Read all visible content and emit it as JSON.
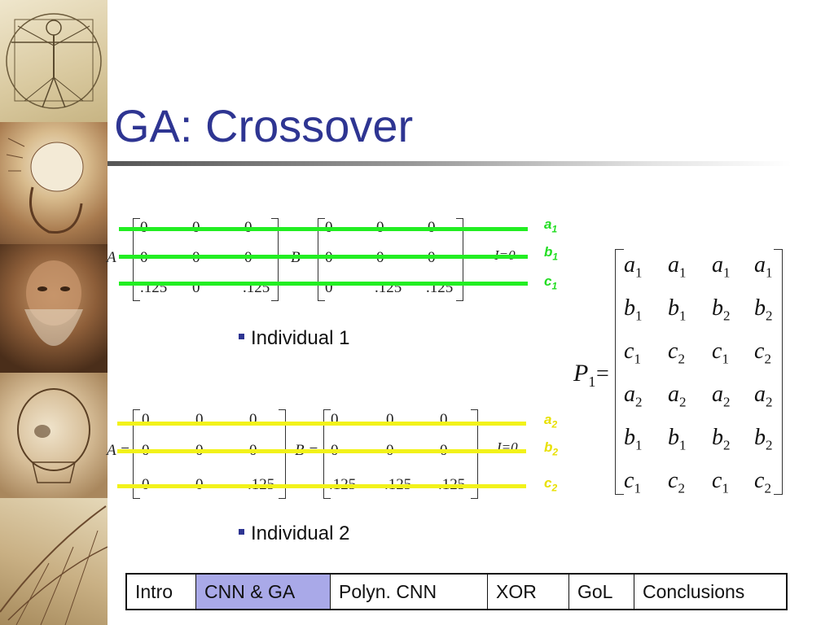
{
  "slide": {
    "title": "GA: Crossover"
  },
  "individual1": {
    "bullet": "Individual 1",
    "matrix_a_label": "A =",
    "matrix_b_label": "B =",
    "i_label": "I=0",
    "A": [
      [
        "0",
        "0",
        "0"
      ],
      [
        "0",
        "0",
        "0"
      ],
      [
        ".125",
        "0",
        ".125"
      ]
    ],
    "B": [
      [
        "0",
        "0",
        "0"
      ],
      [
        "0",
        "0",
        "0"
      ],
      [
        "0",
        ".125",
        ".125"
      ]
    ],
    "row_tags": [
      "a",
      "b",
      "c"
    ],
    "row_subscript": "1"
  },
  "individual2": {
    "bullet": "Individual 2",
    "matrix_a_label": "A =",
    "matrix_b_label": "B =",
    "i_label": "I=0",
    "A": [
      [
        "0",
        "0",
        "0"
      ],
      [
        "0",
        "0",
        "0"
      ],
      [
        "0",
        "0",
        ".125"
      ]
    ],
    "B": [
      [
        "0",
        "0",
        "0"
      ],
      [
        "0",
        "0",
        "0"
      ],
      [
        ".125",
        ".125",
        ".125"
      ]
    ],
    "row_tags": [
      "a",
      "b",
      "c"
    ],
    "row_subscript": "2"
  },
  "p1_matrix": {
    "label": "P",
    "label_sub": "1",
    "equals": "=",
    "rows": [
      [
        [
          "a",
          "1"
        ],
        [
          "a",
          "1"
        ],
        [
          "a",
          "1"
        ],
        [
          "a",
          "1"
        ]
      ],
      [
        [
          "b",
          "1"
        ],
        [
          "b",
          "1"
        ],
        [
          "b",
          "2"
        ],
        [
          "b",
          "2"
        ]
      ],
      [
        [
          "c",
          "1"
        ],
        [
          "c",
          "2"
        ],
        [
          "c",
          "1"
        ],
        [
          "c",
          "2"
        ]
      ],
      [
        [
          "a",
          "2"
        ],
        [
          "a",
          "2"
        ],
        [
          "a",
          "2"
        ],
        [
          "a",
          "2"
        ]
      ],
      [
        [
          "b",
          "1"
        ],
        [
          "b",
          "1"
        ],
        [
          "b",
          "2"
        ],
        [
          "b",
          "2"
        ]
      ],
      [
        [
          "c",
          "1"
        ],
        [
          "c",
          "2"
        ],
        [
          "c",
          "1"
        ],
        [
          "c",
          "2"
        ]
      ]
    ]
  },
  "colors": {
    "title": "#2e3592",
    "individual1_lines": "#22ee22",
    "individual2_lines": "#f2f21a",
    "nav_active": "#a9a9e8"
  },
  "nav": {
    "items": [
      "Intro",
      "CNN & GA",
      "Polyn. CNN",
      "XOR",
      "GoL",
      "Conclusions"
    ],
    "active_index": 1
  },
  "left_strip": {
    "images": [
      "vitruvian-man-sketch",
      "fetus-sketch",
      "self-portrait-sketch",
      "skull-sketch",
      "wing-sketch"
    ]
  }
}
